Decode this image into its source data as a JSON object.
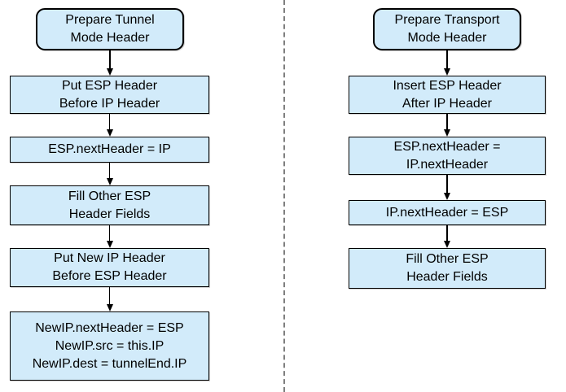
{
  "diagram": {
    "background_color": "#ffffff",
    "node_fill_color": "#d2ebfa",
    "node_border_color": "#000000",
    "divider_color": "#7f7f7f",
    "columns": [
      {
        "name": "tunnel-mode-flow",
        "nodes": [
          {
            "type": "start",
            "lines": [
              "Prepare Tunnel",
              "Mode Header"
            ]
          },
          {
            "type": "process",
            "lines": [
              "Put ESP Header",
              "Before IP Header"
            ]
          },
          {
            "type": "process",
            "lines": [
              "ESP.nextHeader = IP"
            ]
          },
          {
            "type": "process",
            "lines": [
              "Fill Other ESP",
              "Header Fields"
            ]
          },
          {
            "type": "process",
            "lines": [
              "Put New IP Header",
              "Before ESP Header"
            ]
          },
          {
            "type": "process",
            "lines": [
              "NewIP.nextHeader = ESP",
              "NewIP.src = this.IP",
              "NewIP.dest = tunnelEnd.IP"
            ]
          }
        ]
      },
      {
        "name": "transport-mode-flow",
        "nodes": [
          {
            "type": "start",
            "lines": [
              "Prepare Transport",
              "Mode Header"
            ]
          },
          {
            "type": "process",
            "lines": [
              "Insert ESP Header",
              "After IP Header"
            ]
          },
          {
            "type": "process",
            "lines": [
              "ESP.nextHeader =",
              "IP.nextHeader"
            ]
          },
          {
            "type": "process",
            "lines": [
              "IP.nextHeader = ESP"
            ]
          },
          {
            "type": "process",
            "lines": [
              "Fill Other ESP",
              "Header Fields"
            ]
          }
        ]
      }
    ]
  }
}
